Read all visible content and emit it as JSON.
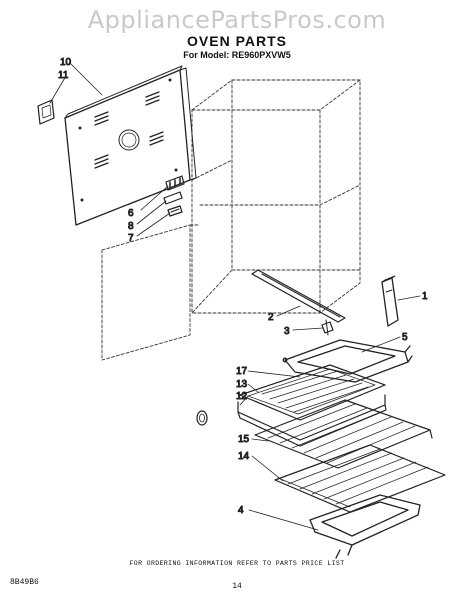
{
  "watermark": "AppliancePartsPros.com",
  "title": "OVEN PARTS",
  "subtitle": "For Model: RE960PXVW5",
  "callouts": [
    "10",
    "11",
    "6",
    "8",
    "7",
    "1",
    "2",
    "3",
    "5",
    "17",
    "13",
    "12",
    "15",
    "14",
    "4"
  ],
  "footer": {
    "ordering_note": "FOR ORDERING INFORMATION REFER TO PARTS PRICE LIST",
    "doc_number": "8B49B6",
    "page_number": "14"
  }
}
